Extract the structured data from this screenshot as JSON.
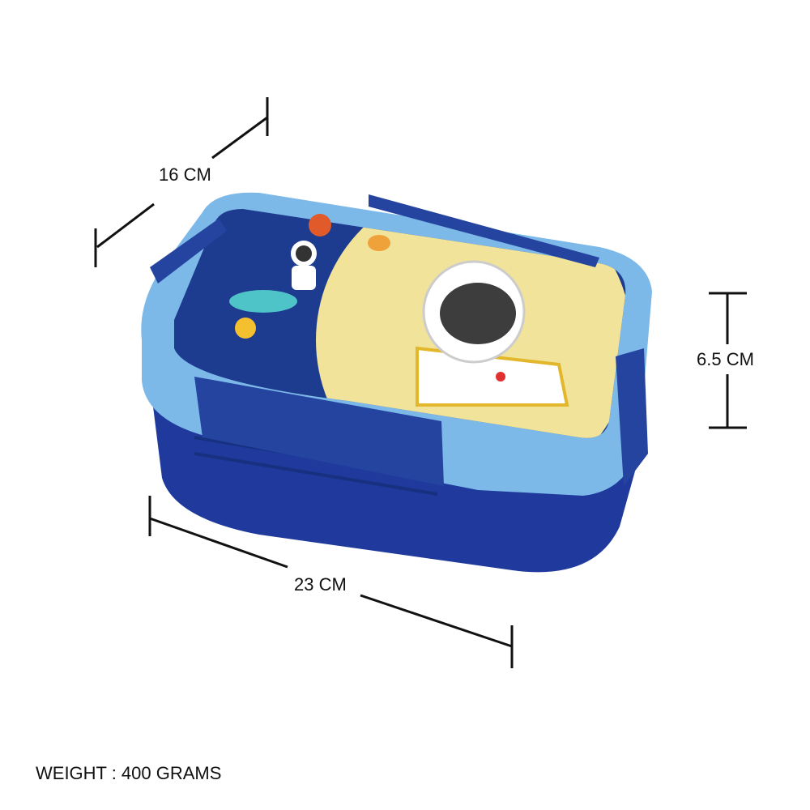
{
  "dimensions": {
    "depth": "16 CM",
    "height": "6.5 CM",
    "length": "23 CM"
  },
  "weight": "WEIGHT : 400 GRAMS",
  "colors": {
    "lid": "#7cb8e8",
    "base": "#1f3a9c",
    "panel": "#1e3c8f",
    "moon": "#f1e39a",
    "line": "#111111"
  }
}
